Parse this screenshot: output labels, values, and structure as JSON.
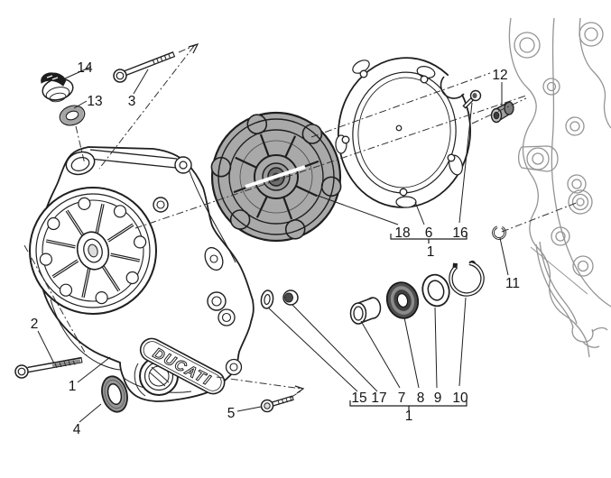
{
  "brand": {
    "logo_text": "DUCATI"
  },
  "part_numbers": {
    "p1": "1",
    "p2": "2",
    "p3": "3",
    "p4": "4",
    "p5": "5",
    "p6": "6",
    "p7": "7",
    "p8": "8",
    "p9": "9",
    "p10": "10",
    "p11": "11",
    "p12": "12",
    "p13": "13",
    "p14": "14",
    "p15": "15",
    "p16": "16",
    "p17": "17",
    "p18": "18"
  },
  "colors": {
    "line": "#1f1f1f",
    "light_line": "#949494",
    "plate_gray": "#a9a9a9",
    "seal_gray": "#969696",
    "background": "#ffffff"
  }
}
